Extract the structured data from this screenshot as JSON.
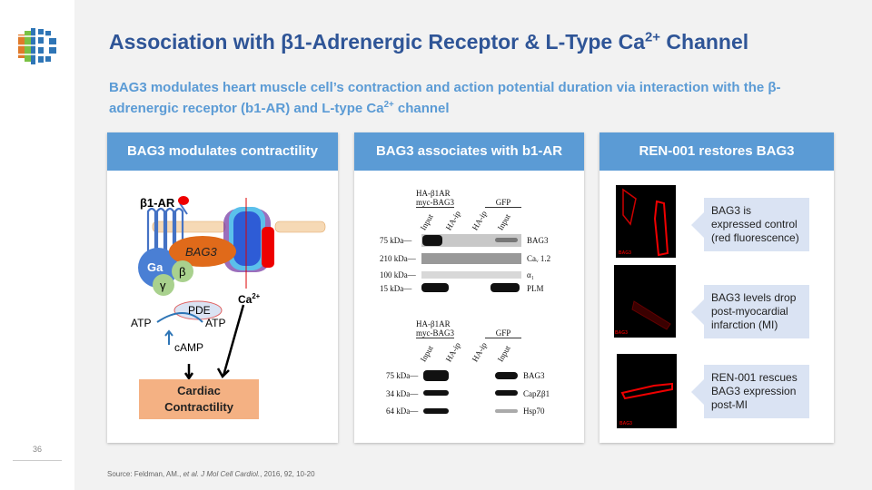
{
  "slide": {
    "number": "36",
    "title": "Association with β1-Adrenergic Receptor & L-Type Ca",
    "title_sup": "2+",
    "title_end": " Channel",
    "subtitle_a": "BAG3 modulates heart muscle cell’s contraction and action potential duration via interaction with the β-adrenergic receptor (b1-AR) and L-type Ca",
    "subtitle_sup": "2+",
    "subtitle_b": " channel",
    "source_a": "Source: Feldman, AM., ",
    "source_i": "et al. J Mol Cell Cardiol.",
    "source_b": ", 2016, 92, 10-20"
  },
  "panel1": {
    "header": "BAG3 modulates contractility",
    "b1ar": "β1-AR",
    "ga": "Ga",
    "bag3": "BAG3",
    "beta": "β",
    "gamma": "γ",
    "ca": "Ca",
    "ca_sup": "2+",
    "pde": "PDE",
    "atp1": "ATP",
    "atp2": "ATP",
    "camp": "cAMP",
    "box1": "Cardiac",
    "box2": "Contractility"
  },
  "panel2": {
    "header": "BAG3 associates with b1-AR",
    "blot1": {
      "h1": "HA-β1AR",
      "h2": "myc-BAG3",
      "gfp": "GFP",
      "lanes": [
        "Input",
        "HA-ip",
        "HA-ip",
        "Input"
      ],
      "rows": [
        {
          "kda": "75 kDa—",
          "label": "BAG3"
        },
        {
          "kda": "210 kDa—",
          "label": "Caᵥ 1.2"
        },
        {
          "kda": "100 kDa—",
          "label": "α₁"
        },
        {
          "kda": "15 kDa—",
          "label": "PLM"
        }
      ]
    },
    "blot2": {
      "h1": "HA-β1AR",
      "h2": "myc-BAG3",
      "gfp": "GFP",
      "lanes": [
        "Input",
        "HA-ip",
        "HA-ip",
        "Input"
      ],
      "rows": [
        {
          "kda": "75 kDa—",
          "label": "BAG3"
        },
        {
          "kda": "34 kDa—",
          "label": "CapZβ1"
        },
        {
          "kda": "64 kDa—",
          "label": "Hsp70"
        }
      ]
    }
  },
  "panel3": {
    "header": "REN-001 restores BAG3",
    "image_label": "BAG3",
    "callouts": [
      "BAG3 is expressed control (red fluorescence)",
      "BAG3 levels drop post-myocardial infarction (MI)",
      "REN-001 rescues BAG3 expression post-MI"
    ]
  }
}
